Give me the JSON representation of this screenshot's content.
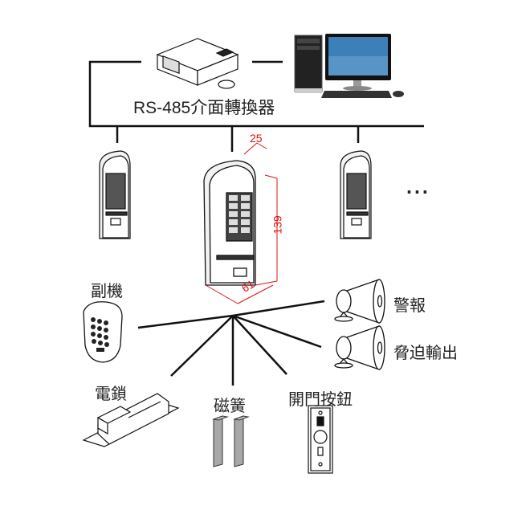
{
  "diagram": {
    "title": "Access control system wiring diagram",
    "converter": {
      "label": "RS-485介面轉換器",
      "icon": "rs485-converter-icon"
    },
    "computer": {
      "icon": "desktop-computer-icon"
    },
    "readers": [
      {
        "icon": "keypad-reader-icon"
      },
      {
        "icon": "keypad-reader-main-icon"
      },
      {
        "icon": "keypad-reader-icon"
      }
    ],
    "more_indicator": "‧‧‧",
    "dimensions": {
      "depth": "25",
      "height": "139",
      "width": "61"
    },
    "peripherals": {
      "sub_unit": {
        "label": "副機",
        "icon": "sub-keypad-icon"
      },
      "alarm": {
        "label": "警報",
        "icon": "siren-icon"
      },
      "duress": {
        "label": "脅迫輸出",
        "icon": "siren-icon"
      },
      "electric_lock": {
        "label": "電鎖",
        "icon": "electric-lock-icon"
      },
      "reed_switch": {
        "label": "磁簧",
        "icon": "magnetic-reed-icon"
      },
      "exit_button": {
        "label": "開門按鈕",
        "icon": "exit-button-icon"
      }
    },
    "colors": {
      "line": "#111111",
      "dimension": "#e01010",
      "reed": "#a8a8a8"
    }
  }
}
